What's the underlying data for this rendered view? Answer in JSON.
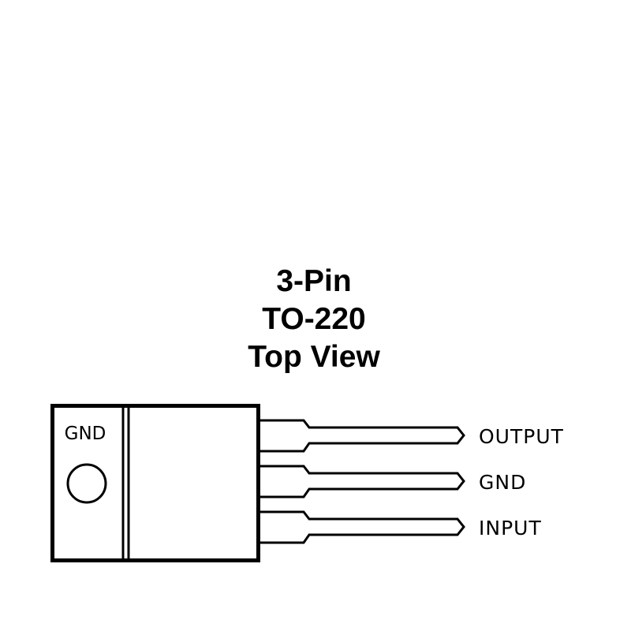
{
  "title": {
    "line1": "3-Pin",
    "line2": "TO-220",
    "line3": "Top View"
  },
  "package": {
    "tab_label": "GND"
  },
  "pins": [
    {
      "label": "OUTPUT"
    },
    {
      "label": "GND"
    },
    {
      "label": "INPUT"
    }
  ],
  "colors": {
    "ink": "#000000",
    "background": "#ffffff"
  }
}
